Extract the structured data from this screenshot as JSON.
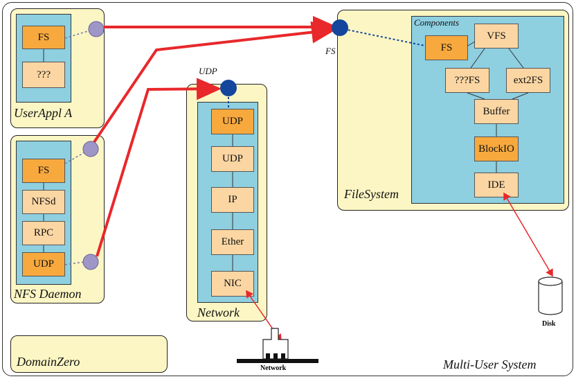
{
  "system": {
    "label": "Multi-User System"
  },
  "domains": {
    "user_appl": {
      "label": "UserAppl A",
      "components": [
        "FS",
        "???"
      ]
    },
    "nfs_daemon": {
      "label": "NFS Daemon",
      "components": [
        "FS",
        "NFSd",
        "RPC",
        "UDP"
      ]
    },
    "network": {
      "label": "Network",
      "port_label": "UDP",
      "components": [
        "UDP",
        "UDP",
        "IP",
        "Ether",
        "NIC"
      ]
    },
    "filesystem": {
      "label": "FileSystem",
      "port_label": "FS",
      "components_label": "Components",
      "components": {
        "fs": "FS",
        "vfs": "VFS",
        "qfs": "???FS",
        "ext2fs": "ext2FS",
        "buffer": "Buffer",
        "blockio": "BlockIO",
        "ide": "IDE"
      }
    },
    "domain_zero": {
      "label": "DomainZero"
    }
  },
  "devices": {
    "disk": "Disk",
    "network": "Network"
  },
  "colors": {
    "domain_bg": "#fcf6c4",
    "inner_bg": "#8ecfe0",
    "component": "#fbd6a3",
    "component_exported": "#f7a93e",
    "connection": "#e8282b",
    "port": "#13469c",
    "port_client": "#9e96c6"
  }
}
